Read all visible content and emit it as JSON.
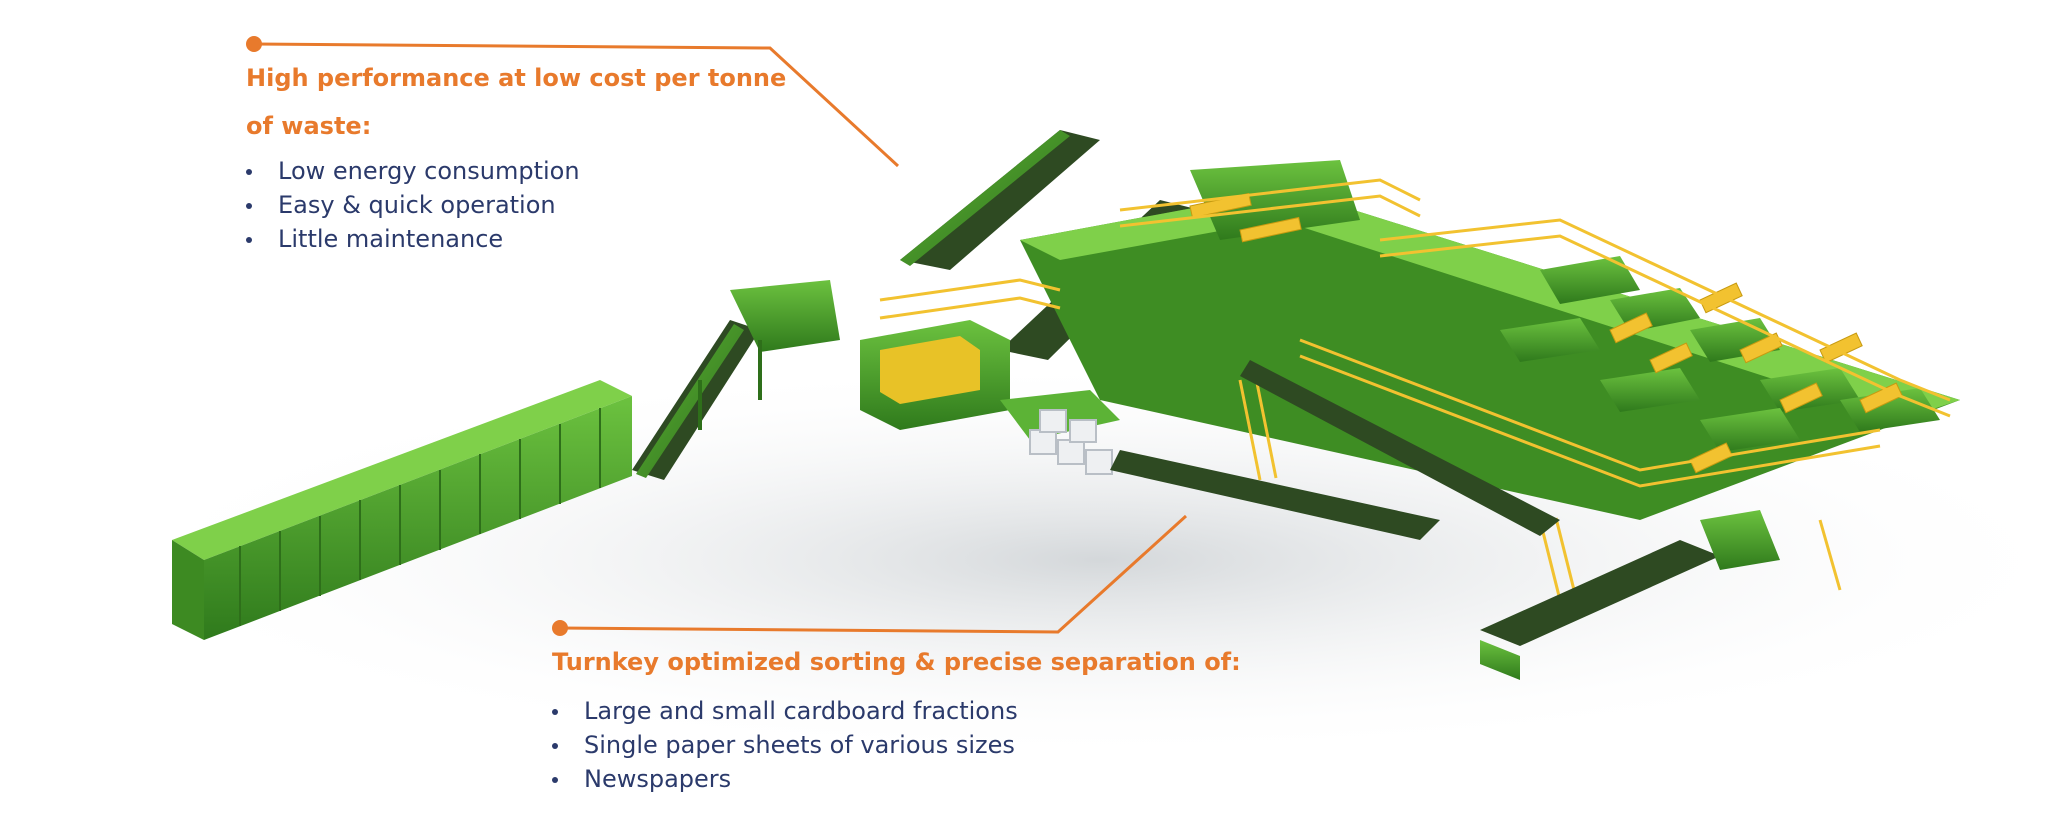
{
  "callout_top": {
    "title_line1": "High performance at low cost per tonne",
    "title_line2": "of waste:",
    "items": [
      "Low energy consumption",
      "Easy & quick operation",
      "Little maintenance"
    ]
  },
  "callout_bottom": {
    "title": "Turnkey optimized sorting & precise separation of:",
    "items": [
      "Large and small cardboard fractions",
      "Single paper sheets of various sizes",
      "Newspapers"
    ]
  },
  "colors": {
    "accent": "#e87a2c",
    "text": "#2b3a6b",
    "machine_green": "#4aa12e",
    "machine_dark_green": "#2f7a1c",
    "rail_yellow": "#f2c230"
  }
}
